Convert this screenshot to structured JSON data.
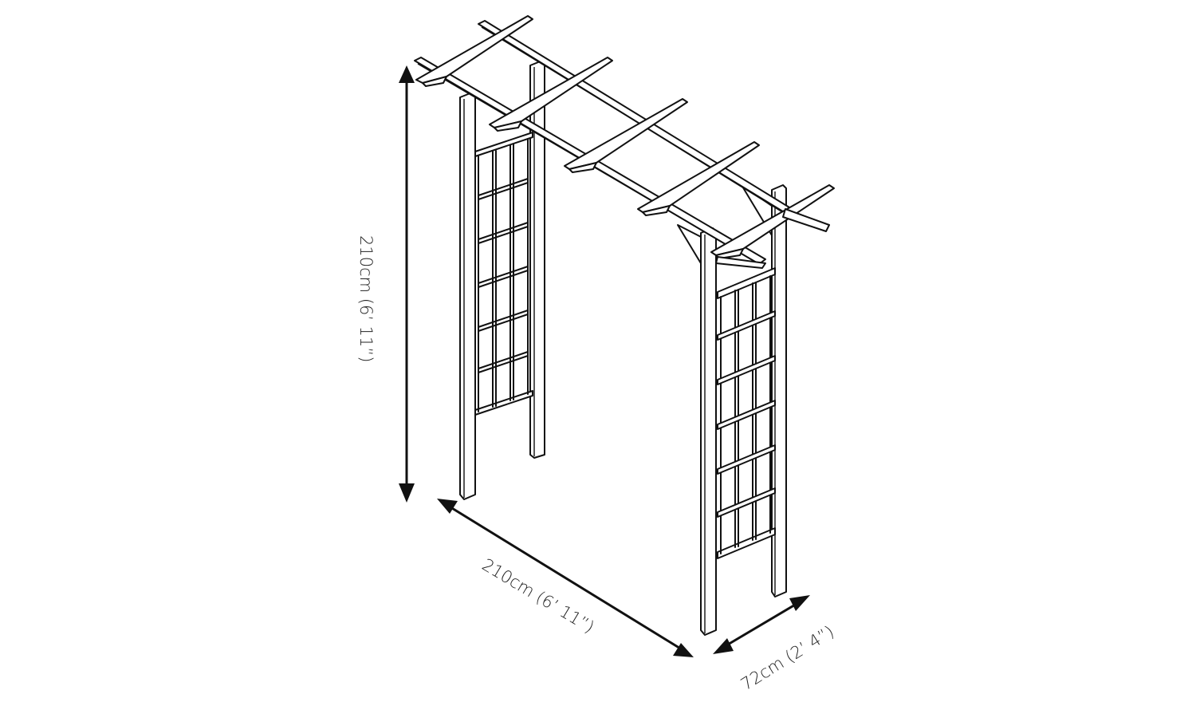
{
  "diagram": {
    "subject": "Garden arch with side trellis panels",
    "line_color": "#111111",
    "background": "#ffffff"
  },
  "dimensions": {
    "height": {
      "label": "210cm (6’ 11”)",
      "axis": "vertical"
    },
    "length": {
      "label": "210cm (6’ 11”)",
      "axis": "front-diagonal"
    },
    "depth": {
      "label": "72cm (2’ 4”)",
      "axis": "side-diagonal"
    }
  },
  "structure": {
    "posts": 4,
    "top_long_beams": 2,
    "top_cross_beams": 5,
    "trellis_panels": 2,
    "trellis_rows": 6,
    "trellis_cols": 3,
    "corner_braces": 2
  }
}
